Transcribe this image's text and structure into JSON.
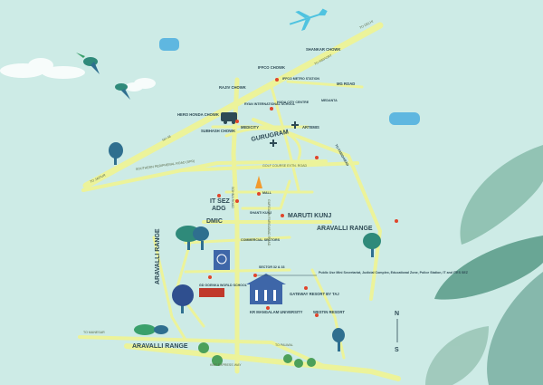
{
  "colors": {
    "background": "#cdebe6",
    "road": "#ecf39a",
    "road_edge": "#d9e57a",
    "text": "#2e4a55",
    "tree": "#2f6f8f",
    "marker": "#e0452b",
    "plane": "#4fc3e0",
    "leaf": "#6aa59a"
  },
  "places": {
    "shankar_chowk": "SHANKAR CHOWK",
    "iffco_chowk": "IFFCO CHOWK",
    "iffco_metro": "IFFCO METRO STATION",
    "mg_road": "MG ROAD",
    "rajiv_chowk": "RAJIV CHOWK",
    "ryan_school": "RYAN INTERNATIONAL SCHOOL",
    "huda_city_centre": "HUDA CITY CENTRE",
    "medanta": "MEDANTA",
    "hero_honda_chowk": "HERO HONDA CHOWK",
    "subhash_chowk": "SUBHASH CHOWK",
    "medicity": "MEDICITY",
    "gurugram": "GURUGRAM",
    "artemis": "ARTEMIS",
    "to_faridabad": "TO FARIDABAD",
    "southern_peripheral": "SOUTHERN PERIPHERAL ROAD (SPR)",
    "golf_course_ext": "GOLF COURSE EXTN. ROAD",
    "to_jaipur": "TO JAIPUR",
    "to_delhi": "TO DELHI",
    "to_airport": "TO AIRPORT",
    "nh48": "NH 48",
    "it_sez": "IT SEZ",
    "adg": "ADG",
    "sohna_road": "SOHNA ROAD",
    "mall": "MALL",
    "shanti_kunj": "SHANTI KUNJ",
    "gurgaon_faridabad": "GURGAON FARIDABAD ROAD",
    "maruti_kunj": "MARUTI KUNJ",
    "dmic": "DMIC",
    "aravalli_range_right": "ARAVALLI RANGE",
    "commercial_sectors": "COMMERCIAL SECTORS",
    "aravalli_range_left": "ARAVALLI RANGE",
    "sector": "SECTOR 32 & 33",
    "public_use": "Public Use Mini Secretariat, Judicial Complex, Educational Zone, Police Station, IT and ITES SEZ",
    "school": "GD GOENKA WORLD SCHOOL",
    "gateway_resort": "GATEWAY RESORT BY TAJ",
    "kr_mangalam": "KR MANGALAM UNIVERSITY",
    "westin": "WESTIN RESORT",
    "to_manesar": "TO MANESAR",
    "to_palwal": "TO PALWAL",
    "aravalli_range_bottom": "ARAVALLI RANGE",
    "kmp_express": "KMP EXPRESS WAY"
  },
  "compass": {
    "north": "N",
    "south": "S"
  }
}
